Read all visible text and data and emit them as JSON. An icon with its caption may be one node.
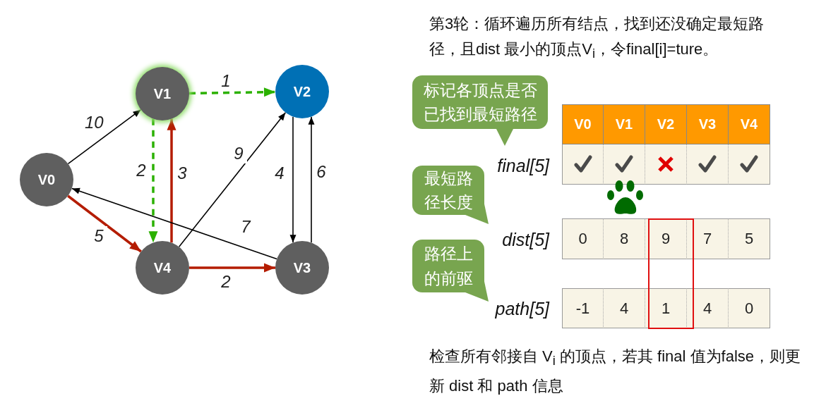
{
  "diagram": {
    "nodes": [
      {
        "text": [
          "V0"
        ]
      },
      {
        "text": [
          "V1"
        ]
      },
      {
        "text": [
          "V2"
        ]
      },
      {
        "text": [
          "V3"
        ]
      },
      {
        "text": [
          "V4"
        ]
      },
      {
        "text": [
          "标记各顶点是否已找到最短路径"
        ]
      },
      {
        "text": [
          "最短路径长度"
        ]
      },
      {
        "text": [
          "路径上的前驱"
        ]
      }
    ],
    "edges": [
      {
        "from": 0,
        "to": 1,
        "arrow": "to",
        "label": "10"
      },
      {
        "from": 1,
        "to": 2,
        "arrow": "to",
        "label": "1",
        "style": "dashed",
        "color": "#2bb100"
      },
      {
        "from": 1,
        "to": 4,
        "arrow": "to",
        "label": "2",
        "style": "dashed",
        "color": "#2bb100"
      },
      {
        "from": 4,
        "to": 1,
        "arrow": "to",
        "label": "3",
        "style": "thick",
        "color": "#b41c00"
      },
      {
        "from": 0,
        "to": 4,
        "arrow": "to",
        "label": "5",
        "style": "thick",
        "color": "#b41c00"
      },
      {
        "from": 4,
        "to": 2,
        "arrow": "to",
        "label": "9"
      },
      {
        "from": 2,
        "to": 3,
        "arrow": "to",
        "label": "4"
      },
      {
        "from": 3,
        "to": 2,
        "arrow": "to",
        "label": "6"
      },
      {
        "from": 3,
        "to": 0,
        "arrow": "to",
        "label": "7"
      },
      {
        "from": 4,
        "to": 3,
        "arrow": "to",
        "label": "2",
        "style": "thick",
        "color": "#b41c00"
      }
    ],
    "labels": [
      "第3轮：循环遍历所有结点，找到还没确定最短路径，且dist 最小的顶点V$_{i}$，令final[i]=ture。",
      "V0",
      "V1",
      "V2",
      "V3",
      "V4",
      "final[5]",
      "dist[5]",
      "0",
      "8",
      "9",
      "7",
      "5",
      "path[5]",
      "-1",
      "4",
      "1",
      "4",
      "0",
      "检查所有邻接自 V$_{i}$ 的顶点，若其 final 值为false，则更新 dist 和 path 信息"
    ]
  }
}
